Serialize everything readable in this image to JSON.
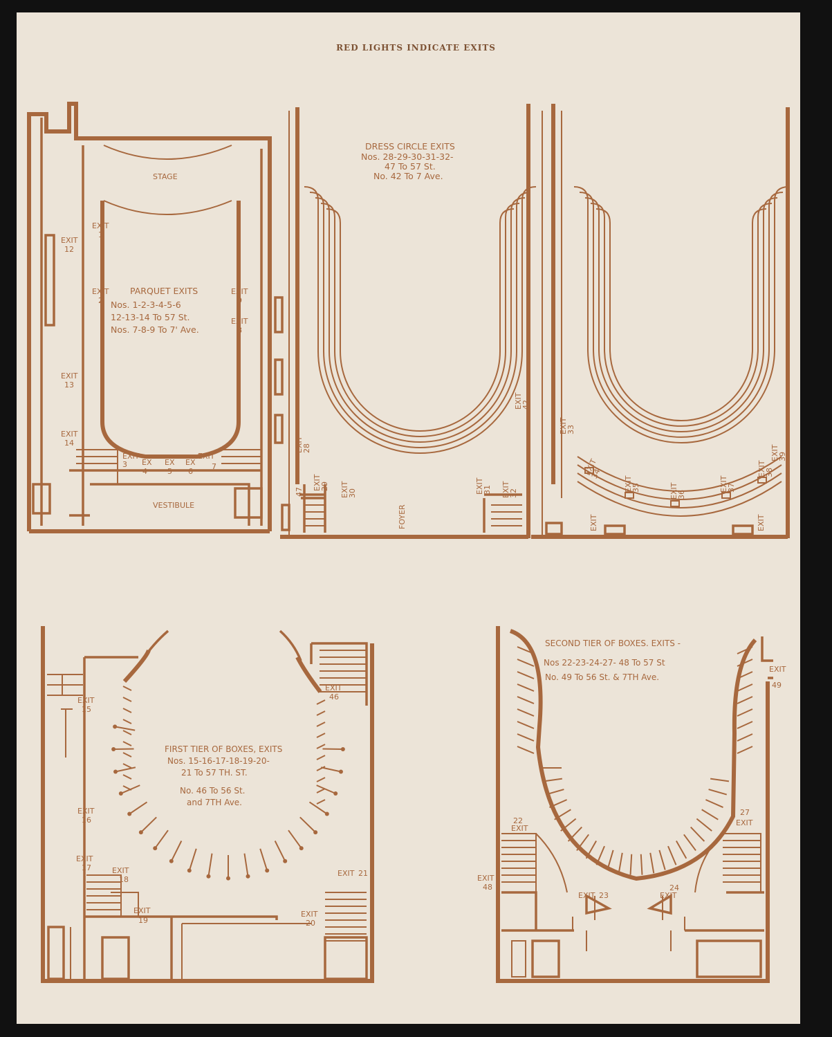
{
  "header": "RED LIGHTS INDICATE EXITS",
  "colors": {
    "ink": "#a7683e",
    "paper": "#ece4d8",
    "border": "#111111"
  },
  "parquet": {
    "stage": "STAGE",
    "vestibule": "VESTIBULE",
    "title": "PARQUET EXITS",
    "line1": "Nos. 1-2-3-4-5-6",
    "line2": "12-13-14 To 57 St.",
    "line3": "Nos. 7-8-9 To 7' Ave.",
    "exit_word": "EXIT",
    "ex_word": "EX",
    "exits": [
      "1",
      "2",
      "3",
      "4",
      "5",
      "6",
      "7",
      "8",
      "9",
      "12",
      "13",
      "14"
    ]
  },
  "dress_circle": {
    "title": "DRESS CIRCLE EXITS",
    "line1": "Nos. 28-29-30-31-32-",
    "line2": "47 To 57 St.",
    "line3": "No. 42 To 7 Ave.",
    "foyer": "FOYER",
    "exit_word": "EXIT",
    "exits": [
      "28",
      "29",
      "30",
      "31",
      "32",
      "42",
      "47"
    ]
  },
  "balcony": {
    "exit_word": "EXIT",
    "exits": [
      "33",
      "34",
      "35",
      "36",
      "37",
      "38",
      "39"
    ]
  },
  "first_tier": {
    "title": "FIRST TIER OF BOXES, EXITS",
    "line1": "Nos. 15-16-17-18-19-20-",
    "line2": "21 To 57 TH. ST.",
    "line3": "No. 46 To 56 St.",
    "line4": "and 7TH Ave.",
    "exit_word": "EXIT",
    "exits": [
      "15",
      "16",
      "17",
      "18",
      "19",
      "20",
      "21",
      "46"
    ]
  },
  "second_tier": {
    "line1": "SECOND TIER OF BOXES. EXITS -",
    "line2": "Nos 22-23-24-27- 48 To 57 St",
    "line3": "No. 49 To 56 St. & 7TH Ave.",
    "exit_word": "EXIT",
    "exits": [
      "22",
      "23",
      "24",
      "27",
      "48",
      "49"
    ]
  }
}
